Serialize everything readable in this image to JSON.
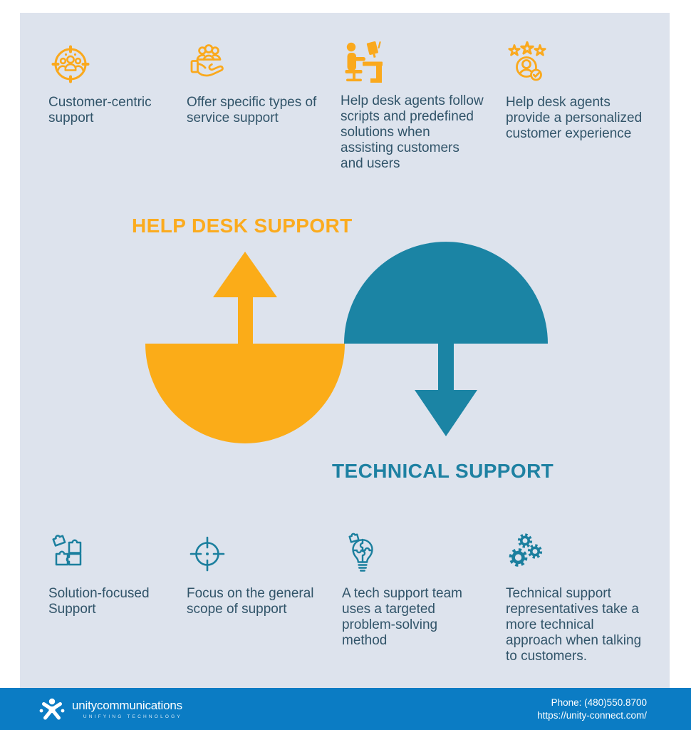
{
  "help_desk": {
    "title": "HELP DESK SUPPORT",
    "items": [
      {
        "icon": "target-people-icon",
        "text": "Customer-centric\nsupport"
      },
      {
        "icon": "hand-people-icon",
        "text": "Offer specific types of\nservice support"
      },
      {
        "icon": "agent-desk-icon",
        "text": "Help desk agents follow\nscripts and predefined\nsolutions when\nassisting customers\nand users"
      },
      {
        "icon": "stars-person-check-icon",
        "text": "Help desk agents\nprovide a personalized\ncustomer experience"
      }
    ]
  },
  "technical": {
    "title": "TECHNICAL SUPPORT",
    "items": [
      {
        "icon": "puzzle-icon",
        "text": "Solution-focused\nSupport"
      },
      {
        "icon": "crosshair-icon",
        "text": "Focus on the general\nscope of support"
      },
      {
        "icon": "bulb-puzzle-icon",
        "text": "A tech support team\nuses a targeted\nproblem-solving\nmethod"
      },
      {
        "icon": "gears-icon",
        "text": "Technical support\nrepresentatives take a\nmore technical\napproach when talking\nto customers."
      }
    ]
  },
  "footer": {
    "brand": "unitycommunications",
    "tagline": "UNIFYING TECHNOLOGY",
    "phone": "Phone: (480)550.8700",
    "url": "https://unity-connect.com/"
  },
  "colors": {
    "panel_bg": "#dde3ed",
    "orange": "#fbac18",
    "orange_icon": "#faa91d",
    "teal": "#1b84a4",
    "teal_icon": "#1b7f9e",
    "body_text": "#315469",
    "footer_bg": "#0b7cc4"
  }
}
